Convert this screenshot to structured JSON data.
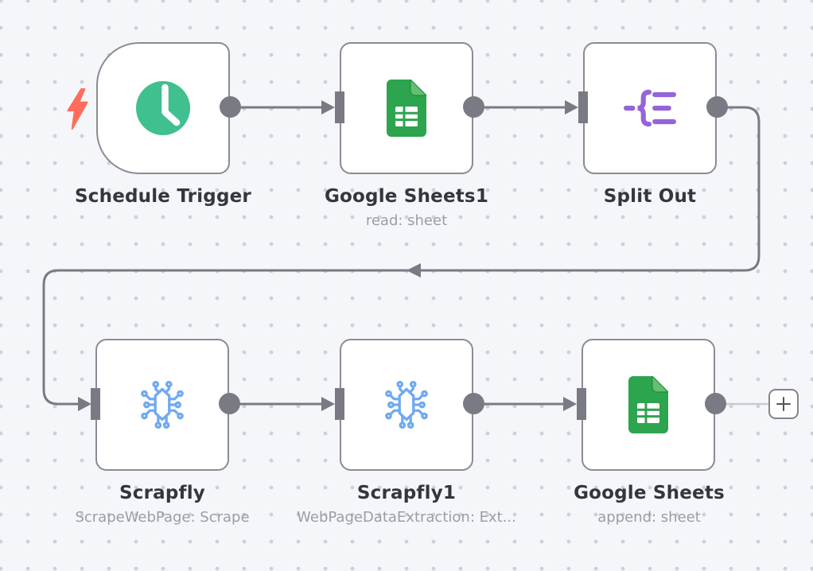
{
  "app": "workflow-canvas",
  "workflow": {
    "nodes": [
      {
        "id": "schedule-trigger",
        "title": "Schedule Trigger",
        "subtitle": "",
        "icon": "clock-icon",
        "icon_color": "#40bf8f",
        "shape": "trigger-rounded-left"
      },
      {
        "id": "google-sheets1",
        "title": "Google Sheets1",
        "subtitle": "read: sheet",
        "icon": "google-sheets-icon",
        "icon_color": "#2da44e",
        "shape": "square"
      },
      {
        "id": "split-out",
        "title": "Split Out",
        "subtitle": "",
        "icon": "split-out-icon",
        "icon_color": "#9565d8",
        "shape": "square"
      },
      {
        "id": "scrapfly",
        "title": "Scrapfly",
        "subtitle": "ScrapeWebPage: Scrape",
        "icon": "bug-circuit-icon",
        "icon_color": "#70aaf0",
        "shape": "square"
      },
      {
        "id": "scrapfly1",
        "title": "Scrapfly1",
        "subtitle": "WebPageDataExtraction: Ext...",
        "icon": "bug-circuit-icon",
        "icon_color": "#70aaf0",
        "shape": "square"
      },
      {
        "id": "google-sheets",
        "title": "Google Sheets",
        "subtitle": "append: sheet",
        "icon": "google-sheets-icon",
        "icon_color": "#2da44e",
        "shape": "square"
      }
    ],
    "connections": [
      {
        "from": "Schedule Trigger",
        "to": "Google Sheets1"
      },
      {
        "from": "Google Sheets1",
        "to": "Split Out"
      },
      {
        "from": "Split Out",
        "to": "Scrapfly"
      },
      {
        "from": "Scrapfly",
        "to": "Scrapfly1"
      },
      {
        "from": "Scrapfly1",
        "to": "Google Sheets"
      }
    ],
    "trigger_badge": {
      "icon": "lightning-bolt-icon",
      "color": "#ff6c5c"
    },
    "add_node_button": {
      "label": "+"
    },
    "colors": {
      "canvas_bg": "#f5f6f9",
      "grid_dot": "#cdd0dd",
      "node_border": "#8b8c93",
      "connector": "#797a84",
      "pending_connector": "#c9ccd4",
      "title_text": "#34363e",
      "subtitle_text": "#9b9da6"
    }
  }
}
